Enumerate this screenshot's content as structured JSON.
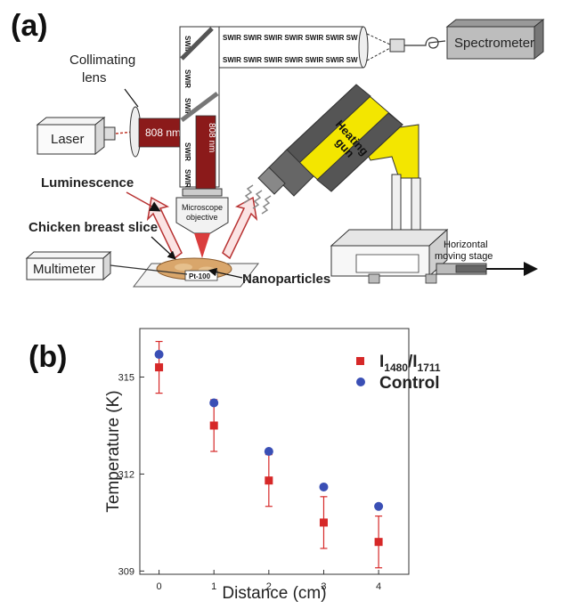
{
  "panel_a": {
    "label": "(a)",
    "collimating_lens": [
      "Collimating",
      "lens"
    ],
    "laser": "Laser",
    "laser_wavelength": "808 nm",
    "spectrometer": "Spectrometer",
    "swir_text": "SWIR SWIR SWIR SWIR SWIR SWIR SW",
    "swir_short": "SWIR",
    "heating_gun": [
      "Heating",
      "gun"
    ],
    "luminescence": "Luminescence",
    "microscope_objective": [
      "Microscope",
      "objective"
    ],
    "chicken_breast_slice": "Chicken breast slice",
    "multimeter": "Multimeter",
    "pt100": "Pt-100",
    "nanoparticles": "Nanoparticles",
    "horizontal_stage": [
      "Horizontal",
      "moving stage"
    ]
  },
  "panel_b": {
    "label": "(b)"
  },
  "chart_data": {
    "type": "scatter",
    "xlabel": "Distance (cm)",
    "ylabel": "Temperature (K)",
    "x": [
      0,
      1,
      2,
      3,
      4
    ],
    "xlim": [
      -0.35,
      4.55
    ],
    "ylim": [
      308.9,
      316.5
    ],
    "xticks": [
      0,
      1,
      2,
      3,
      4
    ],
    "yticks": [
      309,
      312,
      315
    ],
    "grid": false,
    "legend_position": "top-right",
    "series": [
      {
        "name": "I1480/I1711",
        "marker": "square",
        "color": "#d62828",
        "values": [
          315.3,
          313.5,
          311.8,
          310.5,
          309.9
        ],
        "errors": [
          0.8,
          0.8,
          0.8,
          0.8,
          0.8
        ]
      },
      {
        "name": "Control",
        "marker": "circle",
        "color": "#3a4fb5",
        "values": [
          315.7,
          314.2,
          312.7,
          311.6,
          311.0
        ]
      }
    ]
  }
}
